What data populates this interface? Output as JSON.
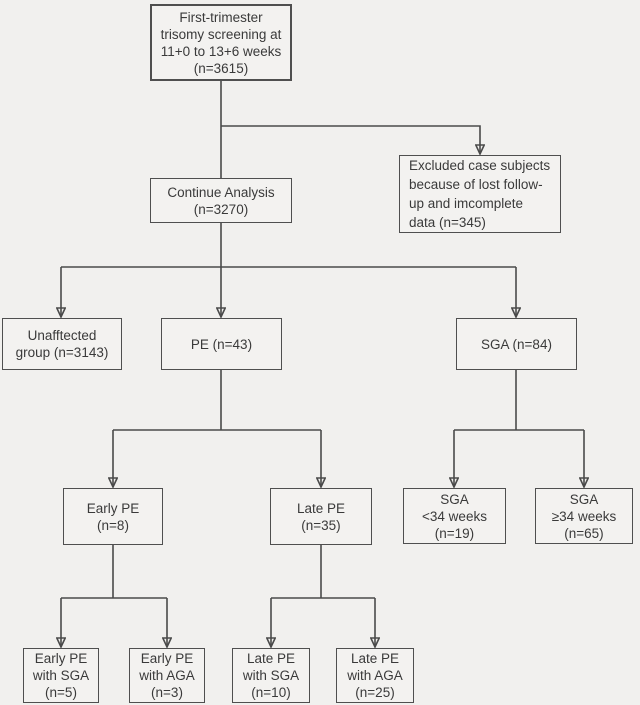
{
  "figure": {
    "type": "flowchart",
    "background_color": "#f1f0ee",
    "line_color": "#4a4a4a",
    "box_border_color": "#4f4f4f",
    "text_color": "#3a3a3a"
  },
  "nodes": {
    "screening": {
      "text": "First-trimester\ntrisomy screening at\n11+0 to 13+6 weeks\n(n=3615)",
      "n": 3615
    },
    "continue_analysis": {
      "text": "Continue Analysis\n(n=3270)",
      "n": 3270
    },
    "excluded": {
      "text": "Excluded case subjects\nbecause of lost follow-\nup and imcomplete\ndata (n=345)",
      "n": 345
    },
    "unaffected": {
      "text": "Unafftected\ngroup (n=3143)",
      "n": 3143
    },
    "pe": {
      "text": "PE (n=43)",
      "n": 43
    },
    "sga": {
      "text": "SGA (n=84)",
      "n": 84
    },
    "early_pe": {
      "text": "Early PE\n(n=8)",
      "n": 8
    },
    "late_pe": {
      "text": "Late PE\n(n=35)",
      "n": 35
    },
    "sga_lt34": {
      "text": "SGA\n<34 weeks\n(n=19)",
      "n": 19
    },
    "sga_ge34": {
      "text": "SGA\n≥34 weeks\n(n=65)",
      "n": 65
    },
    "early_pe_sga": {
      "text": "Early PE\nwith SGA\n(n=5)",
      "n": 5
    },
    "early_pe_aga": {
      "text": "Early PE\nwith AGA\n(n=3)",
      "n": 3
    },
    "late_pe_sga": {
      "text": "Late PE\nwith SGA\n(n=10)",
      "n": 10
    },
    "late_pe_aga": {
      "text": "Late PE\nwith AGA\n(n=25)",
      "n": 25
    }
  },
  "edges": [
    {
      "from": "screening",
      "to": "continue_analysis",
      "arrow": false
    },
    {
      "from": "screening",
      "to": "excluded",
      "arrow": true
    },
    {
      "from": "continue_analysis",
      "to": "unaffected",
      "arrow": true
    },
    {
      "from": "continue_analysis",
      "to": "pe",
      "arrow": true
    },
    {
      "from": "continue_analysis",
      "to": "sga",
      "arrow": true
    },
    {
      "from": "pe",
      "to": "early_pe",
      "arrow": true
    },
    {
      "from": "pe",
      "to": "late_pe",
      "arrow": true
    },
    {
      "from": "sga",
      "to": "sga_lt34",
      "arrow": true
    },
    {
      "from": "sga",
      "to": "sga_ge34",
      "arrow": true
    },
    {
      "from": "early_pe",
      "to": "early_pe_sga",
      "arrow": true
    },
    {
      "from": "early_pe",
      "to": "early_pe_aga",
      "arrow": true
    },
    {
      "from": "late_pe",
      "to": "late_pe_sga",
      "arrow": true
    },
    {
      "from": "late_pe",
      "to": "late_pe_aga",
      "arrow": true
    }
  ]
}
